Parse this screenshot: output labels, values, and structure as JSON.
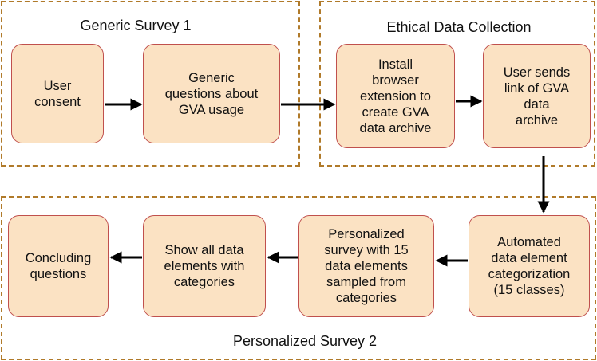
{
  "groups": {
    "survey1": {
      "title": "Generic Survey 1"
    },
    "collection": {
      "title": "Ethical Data Collection"
    },
    "survey2": {
      "title": "Personalized Survey 2"
    }
  },
  "nodes": {
    "user_consent": "User\nconsent",
    "generic_questions": "Generic\nquestions about\nGVA usage",
    "install_extension": "Install\nbrowser\nextension to\ncreate GVA\ndata archive",
    "send_link": "User sends\nlink of GVA\ndata\narchive",
    "auto_categorization": "Automated\ndata element\ncategorization\n(15 classes)",
    "personalized_survey": "Personalized\nsurvey with 15\ndata elements\nsampled from\ncategories",
    "show_elements": "Show all data\nelements with\ncategories",
    "concluding": "Concluding\nquestions"
  },
  "colors": {
    "node_fill": "#fbe2c3",
    "node_border": "#c0504d",
    "group_border": "#b07a2a",
    "arrow": "#000000"
  }
}
